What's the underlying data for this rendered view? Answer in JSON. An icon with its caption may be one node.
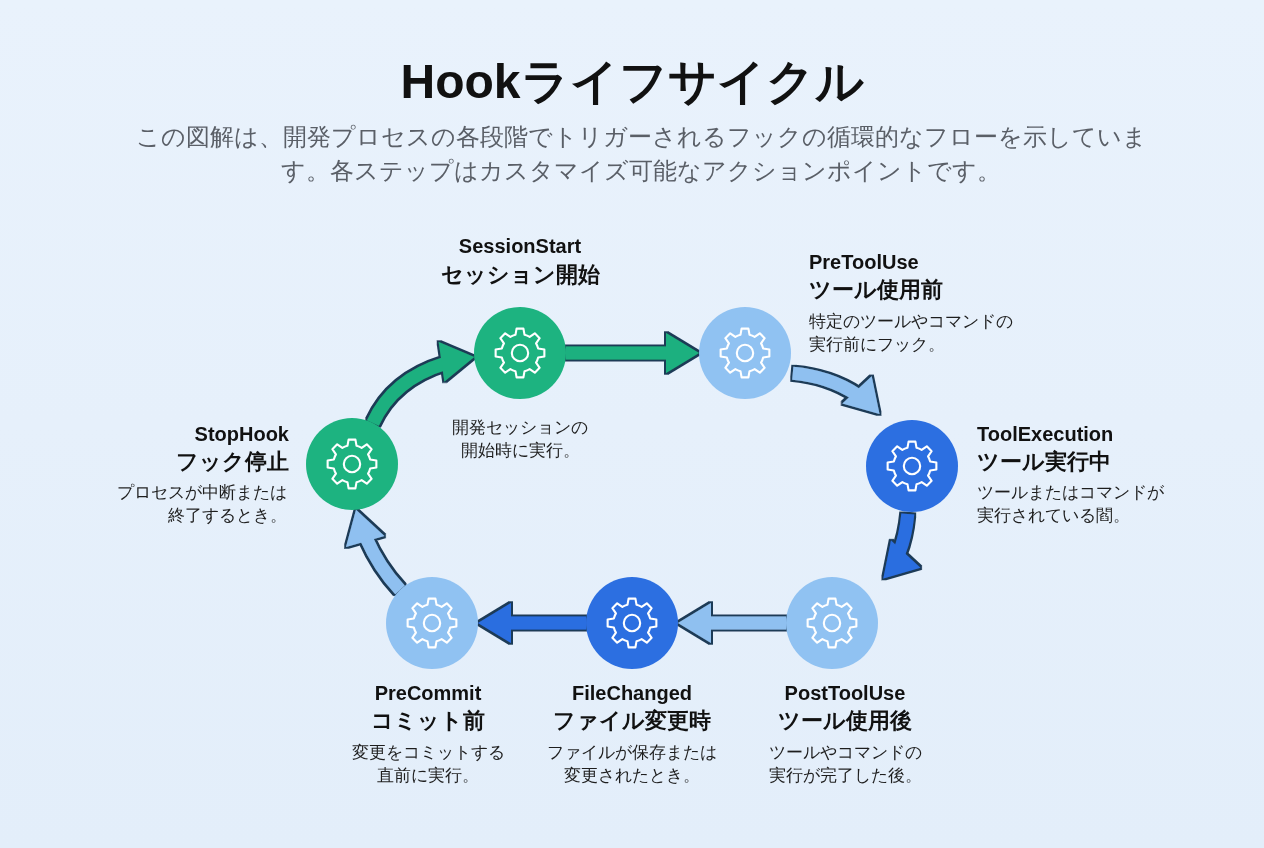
{
  "diagram": {
    "title": "Hookライフサイクル",
    "caption": "この図解は、開発プロセスの各段階でトリガーされるフックの循環的なフローを示しています。各ステップはカスタマイズ可能なアクションポイントです。",
    "nodes": [
      {
        "text": [
          "SessionStart",
          "セッション開始",
          "開発セッションの開始時に実行。"
        ]
      },
      {
        "text": [
          "PreToolUse",
          "ツール使用前",
          "特定のツールやコマンドの実行前にフック。"
        ]
      },
      {
        "text": [
          "ToolExecution",
          "ツール実行中",
          "ツールまたはコマンドが実行されている閻。"
        ]
      },
      {
        "text": [
          "PostToolUse",
          "ツール使用後",
          "ツールやコマンドの実行が完了した後。"
        ]
      },
      {
        "text": [
          "FileChanged",
          "ファイル変更時",
          "ファイルが保存または変更されたとき。"
        ]
      },
      {
        "text": [
          "PreCommit",
          "コミット前",
          "変更をコミットする直前に実行。"
        ]
      },
      {
        "text": [
          "StopHook",
          "フック停止",
          "プロセスが中断または終了するとき。"
        ]
      }
    ],
    "edges": [
      {
        "from": 0,
        "to": 1,
        "arrow": "to",
        "color": "#1db07f"
      },
      {
        "from": 1,
        "to": 2,
        "arrow": "to",
        "color": "#8fc0f0"
      },
      {
        "from": 2,
        "to": 3,
        "arrow": "to",
        "color": "#2b6ee0"
      },
      {
        "from": 3,
        "to": 4,
        "arrow": "to",
        "color": "#8fc0f0"
      },
      {
        "from": 4,
        "to": 5,
        "arrow": "to",
        "color": "#2b6ee0"
      },
      {
        "from": 5,
        "to": 6,
        "arrow": "to",
        "color": "#8fc0f0"
      },
      {
        "from": 6,
        "to": 0,
        "arrow": "to",
        "color": "#1db07f"
      }
    ]
  }
}
